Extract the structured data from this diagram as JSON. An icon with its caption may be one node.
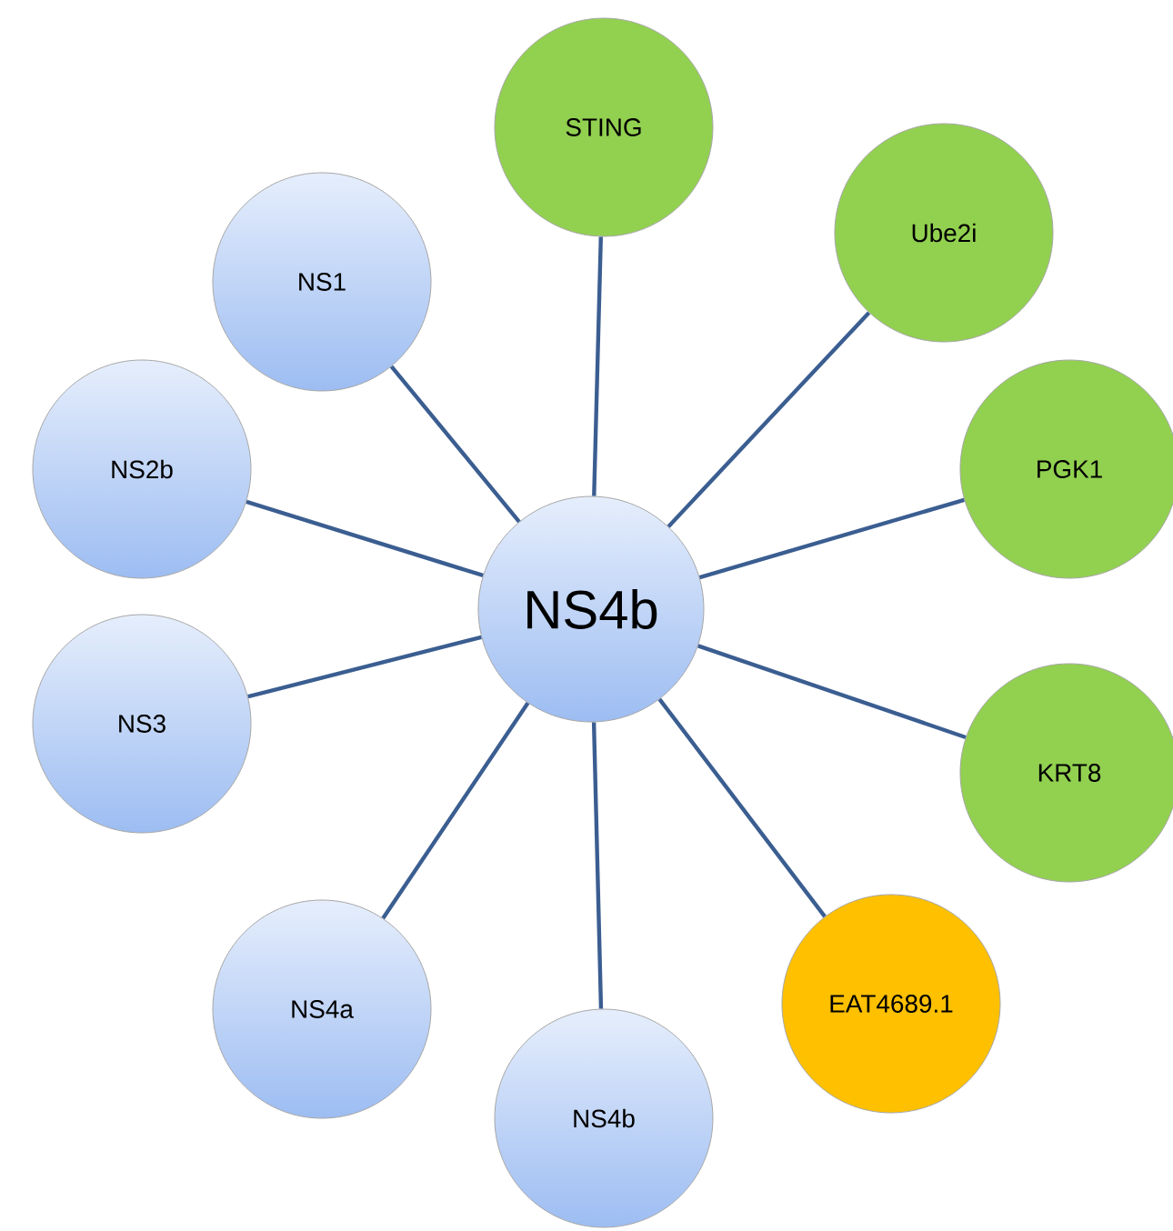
{
  "diagram": {
    "nodes": [
      {
        "text": [
          "NS4b"
        ]
      },
      {
        "text": [
          "STING"
        ]
      },
      {
        "text": [
          "Ube2i"
        ]
      },
      {
        "text": [
          "PGK1"
        ]
      },
      {
        "text": [
          "KRT8"
        ]
      },
      {
        "text": [
          "EAT4689.1"
        ]
      },
      {
        "text": [
          "NS4b"
        ]
      },
      {
        "text": [
          "NS4a"
        ]
      },
      {
        "text": [
          "NS3"
        ]
      },
      {
        "text": [
          "NS2b"
        ]
      },
      {
        "text": [
          "NS1"
        ]
      }
    ],
    "edges": [
      {
        "from": 0,
        "to": 1,
        "arrow": "none"
      },
      {
        "from": 0,
        "to": 2,
        "arrow": "none"
      },
      {
        "from": 0,
        "to": 3,
        "arrow": "none"
      },
      {
        "from": 0,
        "to": 4,
        "arrow": "none"
      },
      {
        "from": 0,
        "to": 5,
        "arrow": "none"
      },
      {
        "from": 0,
        "to": 6,
        "arrow": "none"
      },
      {
        "from": 0,
        "to": 7,
        "arrow": "none"
      },
      {
        "from": 0,
        "to": 8,
        "arrow": "none"
      },
      {
        "from": 0,
        "to": 9,
        "arrow": "none"
      },
      {
        "from": 0,
        "to": 10,
        "arrow": "none"
      }
    ]
  }
}
